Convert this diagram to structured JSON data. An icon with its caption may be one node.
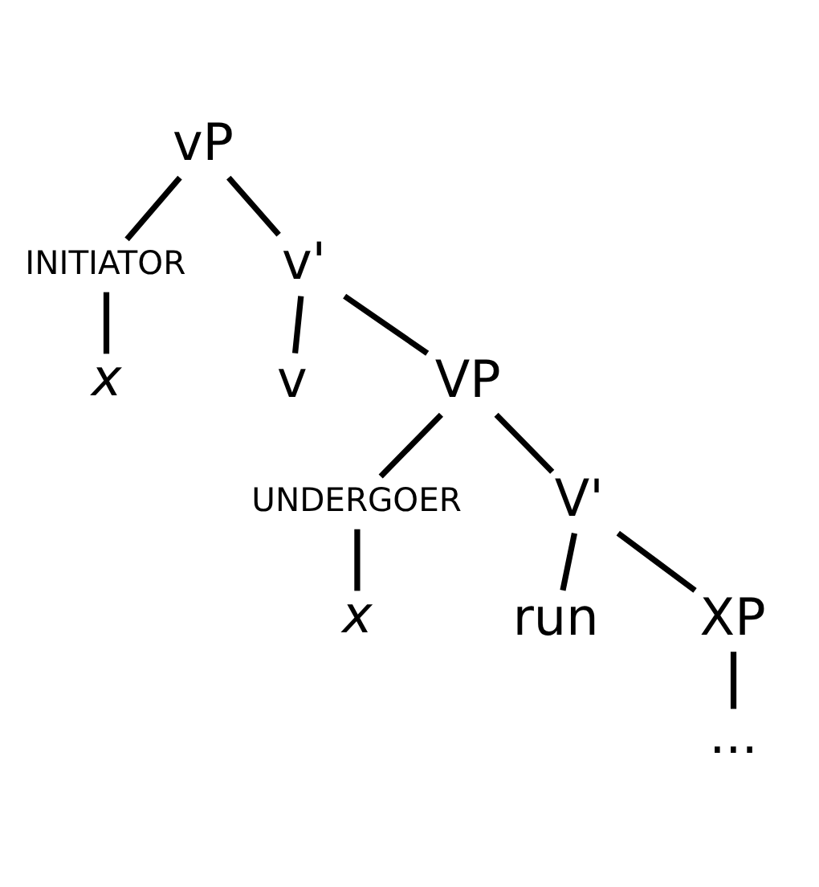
{
  "diagram": {
    "nodes": [
      {
        "text": [
          "vP"
        ]
      },
      {
        "text": [
          "INITIATOR"
        ]
      },
      {
        "text": [
          "v'"
        ]
      },
      {
        "text": [
          "x"
        ]
      },
      {
        "text": [
          "v"
        ]
      },
      {
        "text": [
          "VP"
        ]
      },
      {
        "text": [
          "UNDERGOER"
        ]
      },
      {
        "text": [
          "V'"
        ]
      },
      {
        "text": [
          "x"
        ]
      },
      {
        "text": [
          "run"
        ]
      },
      {
        "text": [
          "XP"
        ]
      },
      {
        "text": [
          "..."
        ]
      }
    ],
    "edges": [
      {
        "from": 0,
        "to": 1,
        "arrow": "none"
      },
      {
        "from": 0,
        "to": 2,
        "arrow": "none"
      },
      {
        "from": 1,
        "to": 3,
        "arrow": "none"
      },
      {
        "from": 2,
        "to": 4,
        "arrow": "none"
      },
      {
        "from": 2,
        "to": 5,
        "arrow": "none"
      },
      {
        "from": 5,
        "to": 6,
        "arrow": "none"
      },
      {
        "from": 5,
        "to": 7,
        "arrow": "none"
      },
      {
        "from": 6,
        "to": 8,
        "arrow": "none"
      },
      {
        "from": 7,
        "to": 9,
        "arrow": "none"
      },
      {
        "from": 7,
        "to": 10,
        "arrow": "none"
      },
      {
        "from": 10,
        "to": 11,
        "arrow": "none"
      }
    ]
  }
}
